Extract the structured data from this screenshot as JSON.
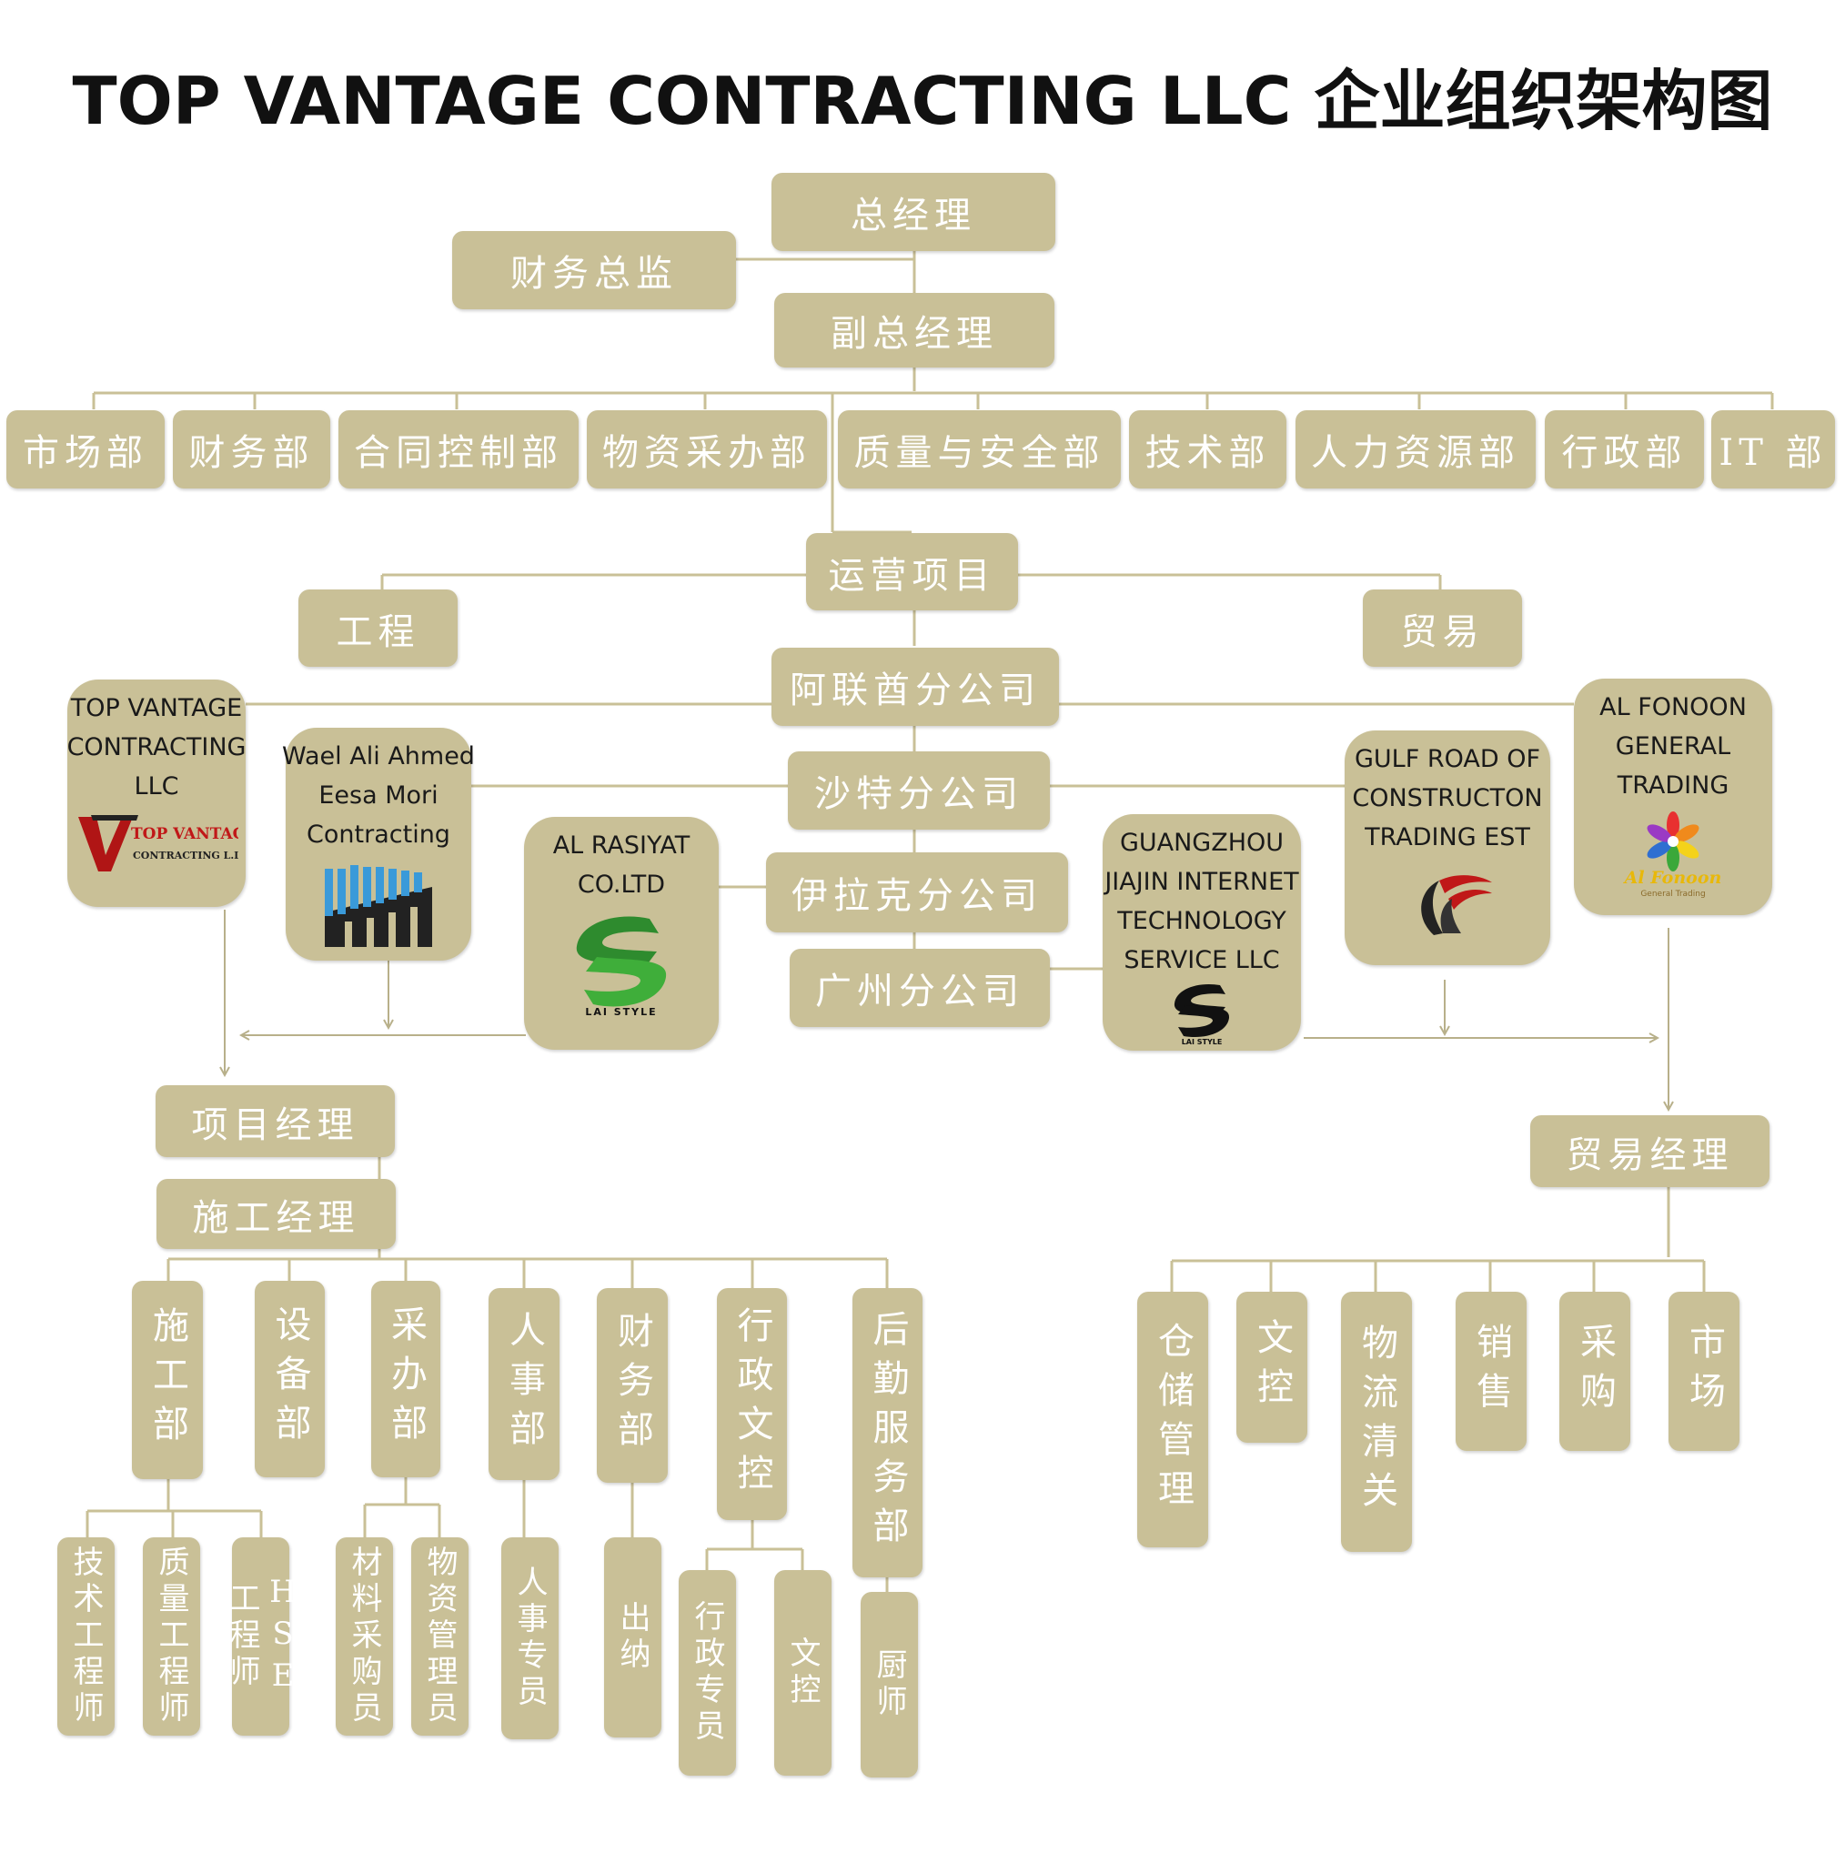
{
  "title": "TOP VANTAGE CONTRACTING LLC 企业组织架构图",
  "colors": {
    "box": "#c9c097",
    "line": "#c9c097",
    "text": "#ffffff"
  },
  "top": {
    "gm": "总经理",
    "cfo": "财务总监",
    "dgm": "副总经理"
  },
  "departments": [
    "市场部",
    "财务部",
    "合同控制部",
    "物资采办部",
    "质量与安全部",
    "技术部",
    "人力资源部",
    "行政部",
    "IT 部"
  ],
  "operations": {
    "title": "运营项目",
    "engineering": "工程",
    "trade": "贸易"
  },
  "branches": [
    "阿联酋分公司",
    "沙特分公司",
    "伊拉克分公司",
    "广州分公司"
  ],
  "companies": {
    "top_vantage": {
      "lines": [
        "TOP VANTAGE",
        "CONTRACTING",
        "LLC"
      ],
      "logo_text1": "TOP VANTAGE",
      "logo_text2": "CONTRACTING L.L.C"
    },
    "wael": {
      "lines": [
        "Wael Ali Ahmed",
        "Eesa Mori",
        "Contracting"
      ]
    },
    "rasiyat": {
      "lines": [
        "AL RASIYAT",
        "CO.LTD"
      ],
      "logo_text": "LAI STYLE"
    },
    "guangzhou": {
      "lines": [
        "GUANGZHOU",
        "JIAJIN INTERNET",
        "TECHNOLOGY",
        "SERVICE LLC"
      ],
      "logo_text": "LAI STYLE"
    },
    "gulf": {
      "lines": [
        "GULF ROAD OF",
        "CONSTRUCTON",
        "TRADING EST"
      ]
    },
    "fonoon": {
      "lines": [
        "AL FONOON",
        "GENERAL",
        "TRADING"
      ],
      "logo_text1": "Al Fonoon",
      "logo_text2": "General Trading"
    }
  },
  "project": {
    "pm": "项目经理",
    "cm": "施工经理",
    "depts": [
      "施工部",
      "设备部",
      "采办部",
      "人事部",
      "财务部",
      "行政文控",
      "后勤服务部"
    ],
    "sub": [
      "技术工程师",
      "质量工程师",
      "HSE 工程师",
      "材料采购员",
      "物资管理员",
      "人事专员",
      "出纳",
      "行政专员",
      "文控",
      "厨师"
    ]
  },
  "trade": {
    "manager": "贸易经理",
    "depts": [
      "仓储管理",
      "文控",
      "物流清关",
      "销售",
      "采购",
      "市场"
    ]
  }
}
